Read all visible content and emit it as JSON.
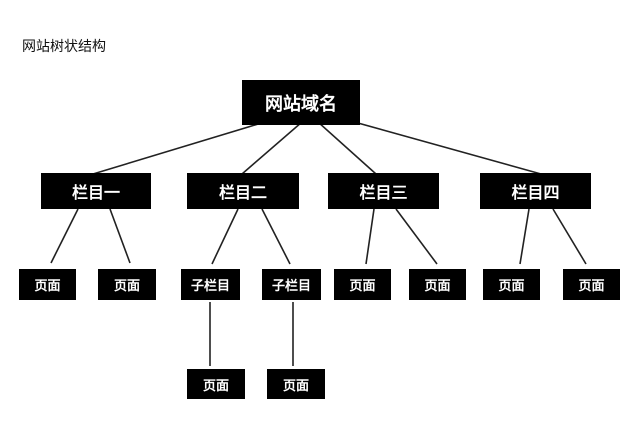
{
  "title": "网站树状结构",
  "tree": {
    "root": "网站域名",
    "columns": [
      {
        "label": "栏目一",
        "pages": [
          "页面",
          "页面"
        ]
      },
      {
        "label": "栏目二",
        "subcolumns": [
          {
            "label": "子栏目",
            "page": "页面"
          },
          {
            "label": "子栏目",
            "page": "页面"
          }
        ]
      },
      {
        "label": "栏目三",
        "pages": [
          "页面",
          "页面"
        ]
      },
      {
        "label": "栏目四",
        "pages": [
          "页面",
          "页面"
        ]
      }
    ]
  },
  "colors": {
    "box": "#000000",
    "text": "#ffffff",
    "line": "#222222"
  }
}
